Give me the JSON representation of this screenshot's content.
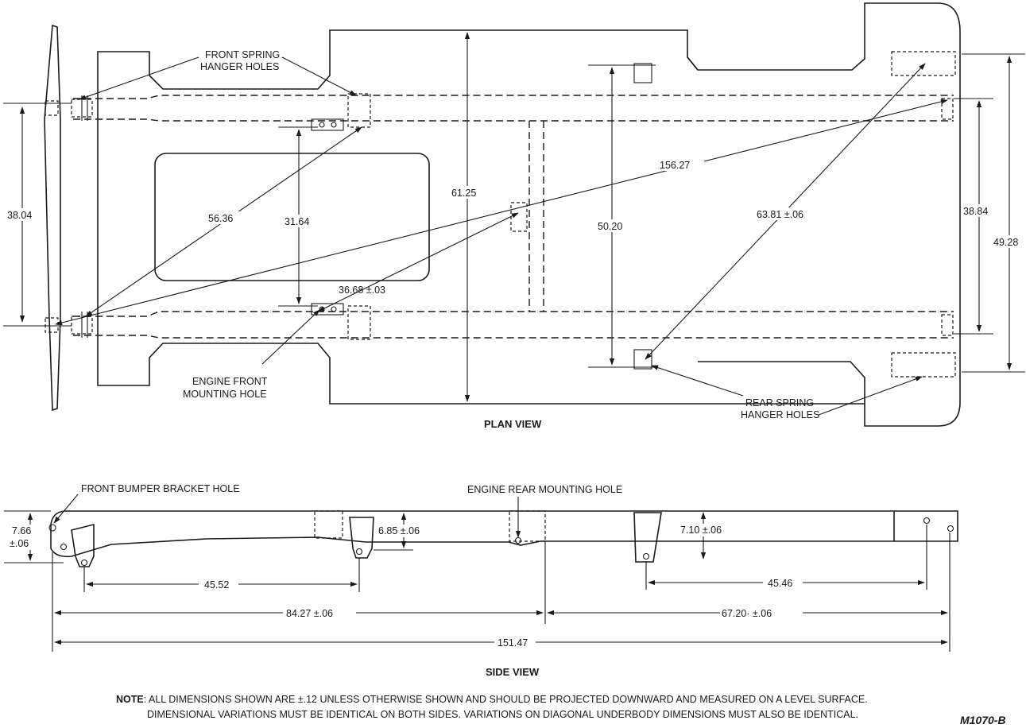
{
  "labels": {
    "front_spring_hanger_holes": [
      "FRONT SPRING",
      "HANGER HOLES"
    ],
    "engine_front_mounting_hole": [
      "ENGINE  FRONT",
      "MOUNTING  HOLE"
    ],
    "rear_spring_hanger_holes": [
      "REAR SPRING",
      "HANGER HOLES"
    ],
    "front_bumper_bracket_hole": "FRONT BUMPER BRACKET HOLE",
    "engine_rear_mounting_hole": "ENGINE REAR MOUNTING HOLE"
  },
  "titles": {
    "plan_view": "PLAN VIEW",
    "side_view": "SIDE VIEW"
  },
  "plan_dimensions": {
    "d_38_04": "38.04",
    "d_56_36": "56.36",
    "d_31_64": "31.64",
    "d_61_25": "61.25",
    "d_36_68": "36.68 ±.03",
    "d_156_27": "156.27",
    "d_50_20": "50.20",
    "d_63_81": "63.81 ±.06",
    "d_38_84": "38.84",
    "d_49_28": "49.28"
  },
  "side_dimensions": {
    "d_7_66_a": "7.66",
    "d_7_66_b": "±.06",
    "d_6_85": "6.85 ±.06",
    "d_7_10": "7.10 ±.06",
    "d_45_52": "45.52",
    "d_45_46": "45.46",
    "d_84_27": "84.27 ±.06",
    "d_67_20": "67.20·  ±.06",
    "d_151_47": "151.47"
  },
  "note": {
    "prefix": "NOTE",
    "line1": ": ALL DIMENSIONS SHOWN ARE ±.12 UNLESS OTHERWISE SHOWN  AND SHOULD BE PROJECTED DOWNWARD AND MEASURED ON A  LEVEL SURFACE.",
    "line2": "DIMENSIONAL VARIATIONS MUST BE IDENTICAL ON BOTH SIDES.  VARIATIONS ON DIAGONAL UNDERBODY DIMENSIONS MUST ALSO BE IDENTICAL."
  },
  "figure_id": "M1070-B"
}
